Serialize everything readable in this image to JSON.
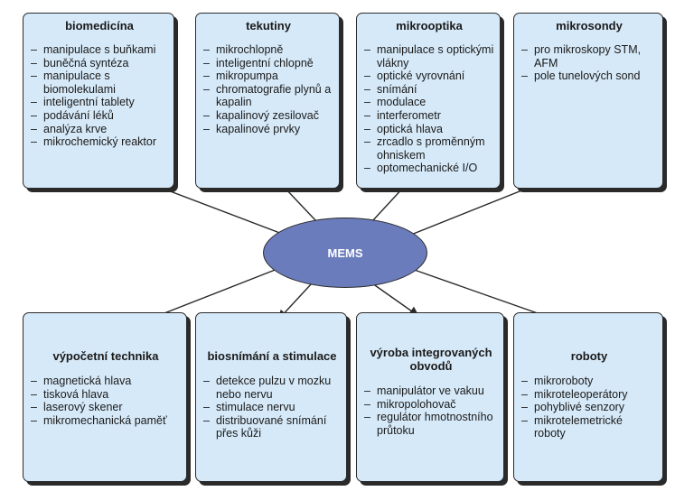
{
  "center_label": "MEMS",
  "boxes": [
    {
      "title": "biomedicína",
      "items": [
        "manipulace s buňkami",
        "buněčná syntéza",
        "manipulace s biomolekulami",
        "inteligentní tablety",
        "podávání léků",
        "analýza krve",
        "mikrochemický reaktor"
      ]
    },
    {
      "title": "tekutiny",
      "items": [
        "mikrochlopně",
        "inteligentní chlopně",
        "mikropumpa",
        "chromatografie plynů a kapalin",
        "kapalinový zesilovač",
        "kapalinové prvky"
      ]
    },
    {
      "title": "mikrooptika",
      "items": [
        "manipulace s optickými vlákny",
        "optické vyrovnání",
        "snímání",
        "modulace",
        "interferometr",
        "optická hlava",
        "zrcadlo s proměnným ohniskem",
        "optomechanické I/O"
      ]
    },
    {
      "title": "mikrosondy",
      "items": [
        "pro mikroskopy STM, AFM",
        "pole tunelových sond"
      ]
    },
    {
      "title": "výpočetní technika",
      "items": [
        "magnetická hlava",
        "tisková hlava",
        "laserový skener",
        "mikromechanická paměť"
      ]
    },
    {
      "title": "biosnímání a stimulace",
      "items": [
        "detekce pulzu v mozku nebo nervu",
        "stimulace nervu",
        "distribuované snímání přes kůži"
      ]
    },
    {
      "title": "výroba integrovaných obvodů",
      "items": [
        "manipulátor ve vakuu",
        "mikropolohovač",
        "regulátor hmotnostního průtoku"
      ]
    },
    {
      "title": "roboty",
      "items": [
        "mikroroboty",
        "mikroteleoperátory",
        "pohyblivé senzory",
        "mikrotelemetrické roboty"
      ]
    }
  ]
}
